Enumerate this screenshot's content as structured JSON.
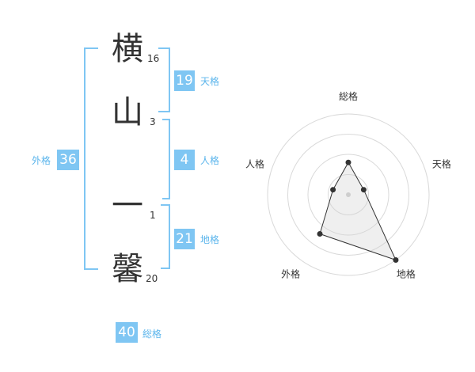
{
  "name": {
    "characters": [
      {
        "char": "横",
        "strokes": "16"
      },
      {
        "char": "山",
        "strokes": "3"
      },
      {
        "char": "一",
        "strokes": "1"
      },
      {
        "char": "馨",
        "strokes": "20"
      }
    ]
  },
  "fortune": {
    "tenkaku": {
      "value": "19",
      "label": "天格"
    },
    "jinkaku": {
      "value": "4",
      "label": "人格"
    },
    "chikaku": {
      "value": "21",
      "label": "地格"
    },
    "gaikaku": {
      "value": "36",
      "label": "外格"
    },
    "soukaku": {
      "value": "40",
      "label": "総格"
    }
  },
  "colors": {
    "accent": "#7fc6f3",
    "label": "#5bb5ec",
    "text": "#333333"
  },
  "chart_data": {
    "type": "radar",
    "axes": [
      "総格",
      "天格",
      "地格",
      "外格",
      "人格"
    ],
    "values": [
      2,
      1,
      5,
      3,
      1
    ],
    "rmax": 5,
    "rings": 4
  }
}
